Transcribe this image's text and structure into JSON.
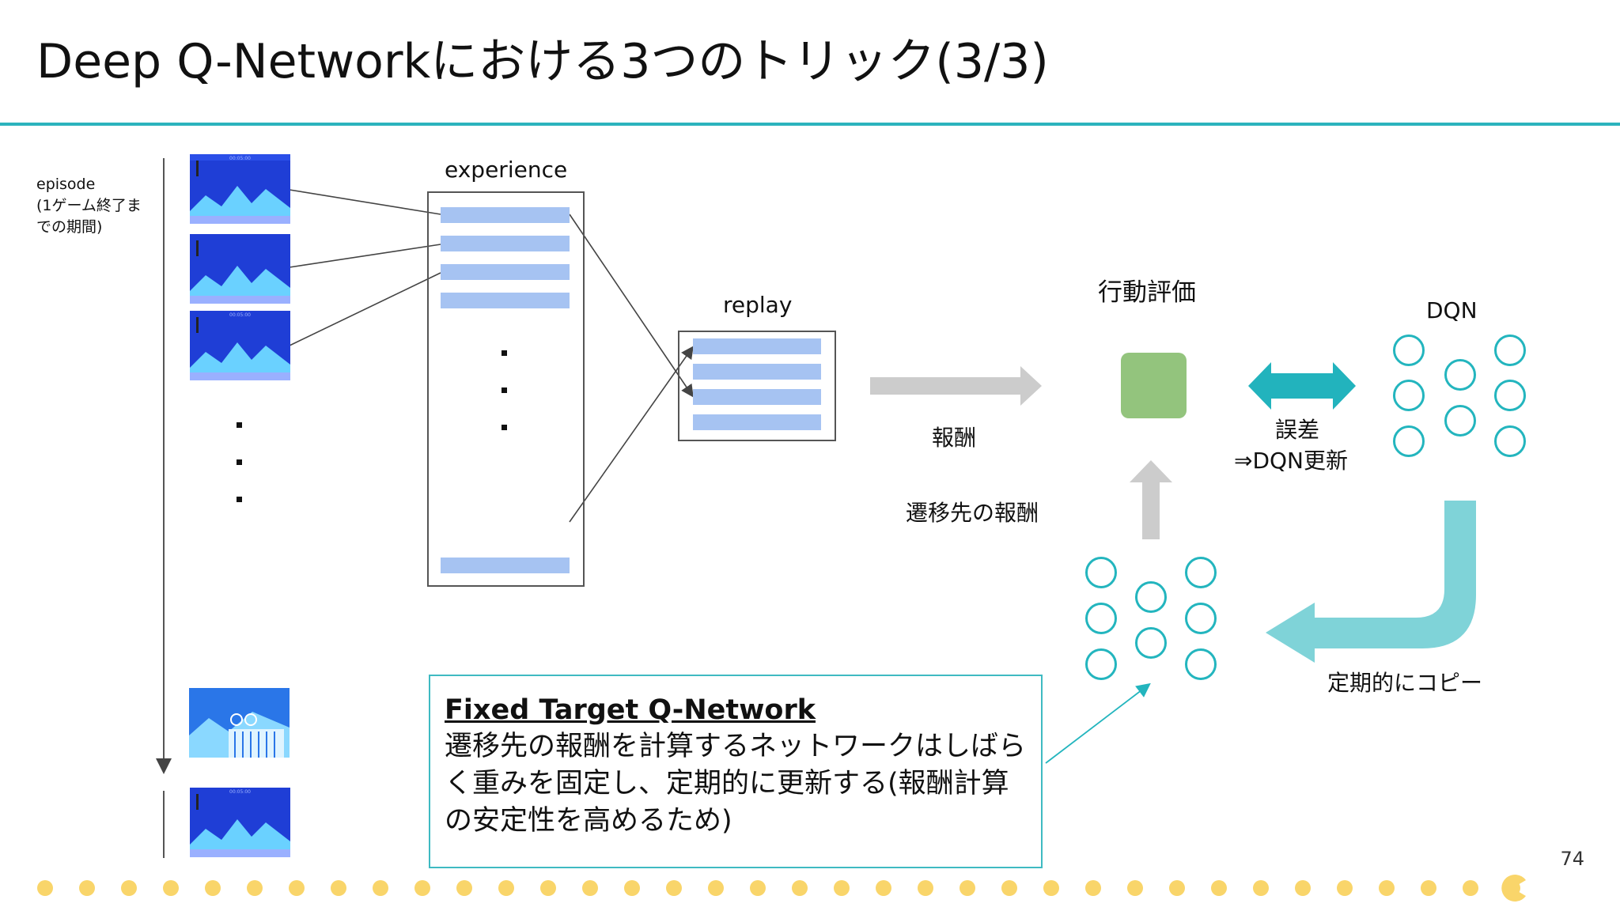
{
  "slide": {
    "title": "Deep Q-Networkにおける3つのトリック(3/3)",
    "page_number": "74"
  },
  "episode": {
    "label_line1": "episode",
    "label_line2": "(1ゲーム終了ま",
    "label_line3": "での期間)"
  },
  "experience": {
    "label": "experience"
  },
  "replay": {
    "label": "replay"
  },
  "labels": {
    "reward": "報酬",
    "next_reward": "遷移先の報酬",
    "action_eval": "行動評価",
    "error_line1": "誤差",
    "error_line2": "⇒DQN更新",
    "dqn": "DQN",
    "periodic_copy": "定期的にコピー"
  },
  "fixed_target": {
    "title": "Fixed Target Q-Network",
    "body": "遷移先の報酬を計算するネットワークはしばらく重みを固定し、定期的に更新する(報酬計算の安定性を高めるため)"
  },
  "colors": {
    "accent_teal": "#2bb3bd",
    "bar_blue": "#a6c3f2",
    "green_square": "#93c47d",
    "gray_arrow": "#cccccc",
    "dots_yellow": "#f9d56a"
  },
  "icons": {
    "pacman": "pacman-icon",
    "game_screenshot": "game-screenshot-icon"
  }
}
